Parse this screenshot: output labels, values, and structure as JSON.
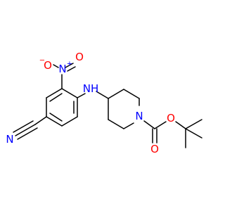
{
  "molecule": {
    "atoms": {
      "cyano_n": "N",
      "nitro_o_minus": "O",
      "nitro_o_minus_charge": "−",
      "nitro_n_plus": "N",
      "nitro_n_plus_charge": "+",
      "amine_nh": "NH",
      "piperidine_n": "N",
      "carbonyl_o": "O",
      "ester_o": "O"
    },
    "colors": {
      "nitrogen": "#0000ff",
      "oxygen": "#ff0000",
      "carbon": "#000000"
    }
  }
}
